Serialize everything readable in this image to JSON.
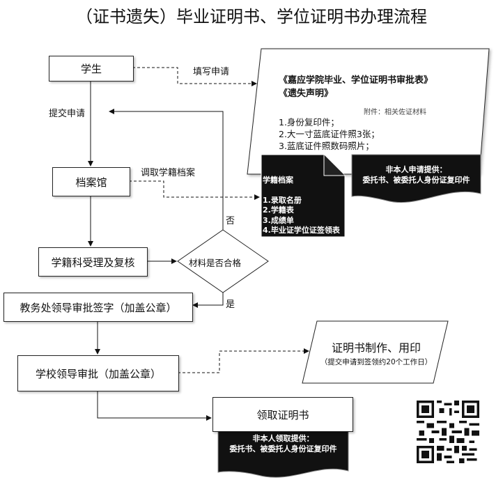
{
  "title": "（证书遗失）毕业证明书、学位证明书办理流程",
  "nodes": {
    "student": "学生",
    "archive": "档案馆",
    "registry": "学籍科受理及复核",
    "decision": "材料是否合格",
    "academic_affairs": "教务处领导审批签字（加盖公章）",
    "school_leader": "学校领导审批（加盖公章）",
    "pickup": "领取证明书"
  },
  "edge_labels": {
    "fill_application": "填写申请",
    "submit_application": "提交申请",
    "retrieve_records": "调取学籍档案",
    "no": "否",
    "yes": "是"
  },
  "application_doc": {
    "line1": "《嘉应学院毕业、学位证明书审批表》",
    "line2": "《遗失声明》",
    "attachment_title": "附件：相关佐证材料",
    "items": [
      "1.身份复印件；",
      "2.大一寸蓝底证件照3张；",
      "3.蓝底证件照数码照片；"
    ]
  },
  "records_doc": {
    "title": "学籍档案",
    "items": [
      "1.录取名册",
      "2.学籍表",
      "3.成绩单",
      "4.毕业证学位证签领表"
    ]
  },
  "proxy_apply_note": {
    "line1": "非本人申请提供：",
    "line2": "委托书、被委托人身份证复印件"
  },
  "production": {
    "title": "证明书制作、用印",
    "subtitle": "（提交申请到签领约20个工作日）"
  },
  "proxy_pickup_note": {
    "line1": "非本人领取提供：",
    "line2": "委托书、被委托人身份证复印件"
  }
}
